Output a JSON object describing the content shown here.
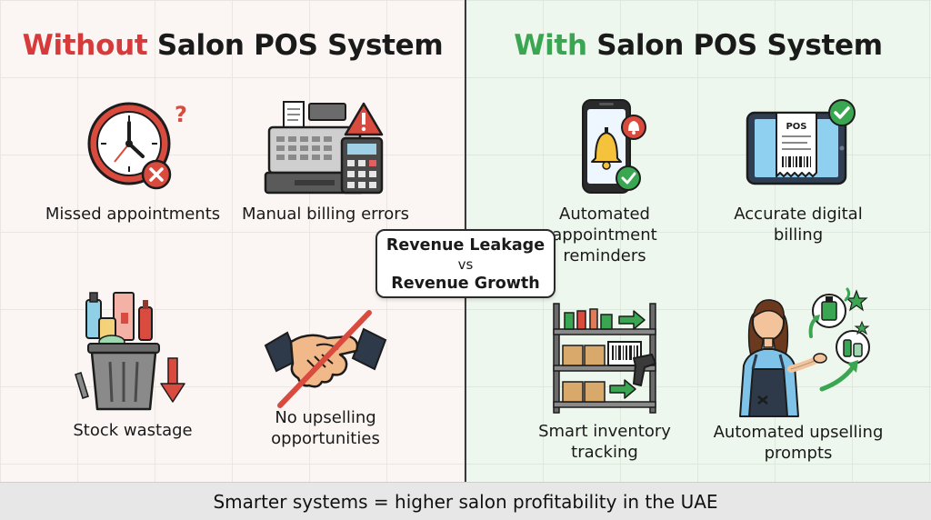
{
  "left": {
    "heading_accent": "Without",
    "heading_rest": "Salon POS System",
    "items": [
      {
        "icon": "clock-alert-icon",
        "label": "Missed appointments"
      },
      {
        "icon": "cash-register-warning-icon",
        "label": "Manual billing errors"
      },
      {
        "icon": "trash-bin-products-icon",
        "label": "Stock wastage"
      },
      {
        "icon": "handshake-crossed-icon",
        "label": "No upselling opportunities"
      }
    ]
  },
  "right": {
    "heading_accent": "With",
    "heading_rest": "Salon POS System",
    "items": [
      {
        "icon": "phone-bell-icon",
        "label": "Automated appointment reminders"
      },
      {
        "icon": "tablet-receipt-icon",
        "label": "Accurate digital billing",
        "receipt_text": "POS"
      },
      {
        "icon": "inventory-scanner-icon",
        "label": "Smart inventory tracking"
      },
      {
        "icon": "stylist-products-icon",
        "label": "Automated upselling prompts"
      }
    ]
  },
  "center": {
    "line1": "Revenue Leakage",
    "line2": "vs",
    "line3": "Revenue Growth"
  },
  "footer": "Smarter systems = higher salon profitability in the UAE",
  "colors": {
    "red": "#d63a3a",
    "green": "#3aa651",
    "left_bg": "#fbf6f4",
    "right_bg": "#eef7ee"
  }
}
